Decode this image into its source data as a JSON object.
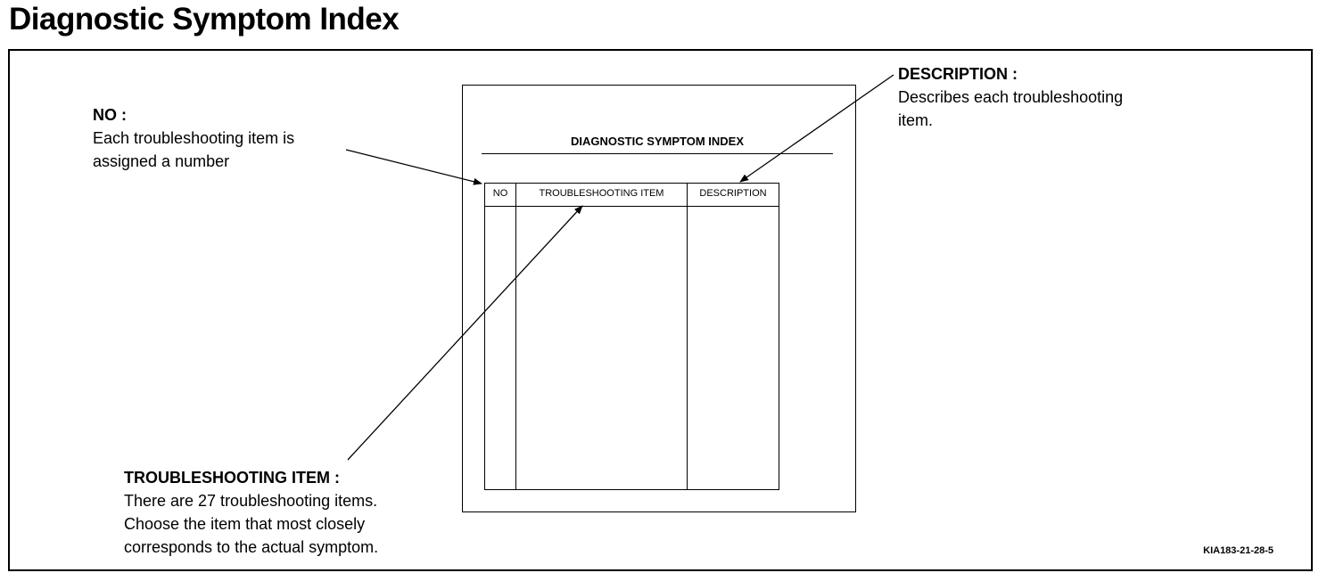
{
  "title": "Diagnostic Symptom Index",
  "callouts": {
    "no": {
      "heading": "NO :",
      "lines": [
        "Each troubleshooting item is",
        "assigned a number"
      ]
    },
    "description": {
      "heading": "DESCRIPTION :",
      "lines": [
        "Describes each troubleshooting",
        "item."
      ]
    },
    "troubleshooting_item": {
      "heading": "TROUBLESHOOTING ITEM :",
      "lines": [
        "There are 27 troubleshooting items.",
        "Choose the item that most closely",
        "corresponds to the actual symptom."
      ]
    }
  },
  "sheet": {
    "title": "DIAGNOSTIC SYMPTOM INDEX",
    "columns": [
      "NO",
      "TROUBLESHOOTING ITEM",
      "DESCRIPTION"
    ]
  },
  "figure_code": "KIA183-21-28-5"
}
